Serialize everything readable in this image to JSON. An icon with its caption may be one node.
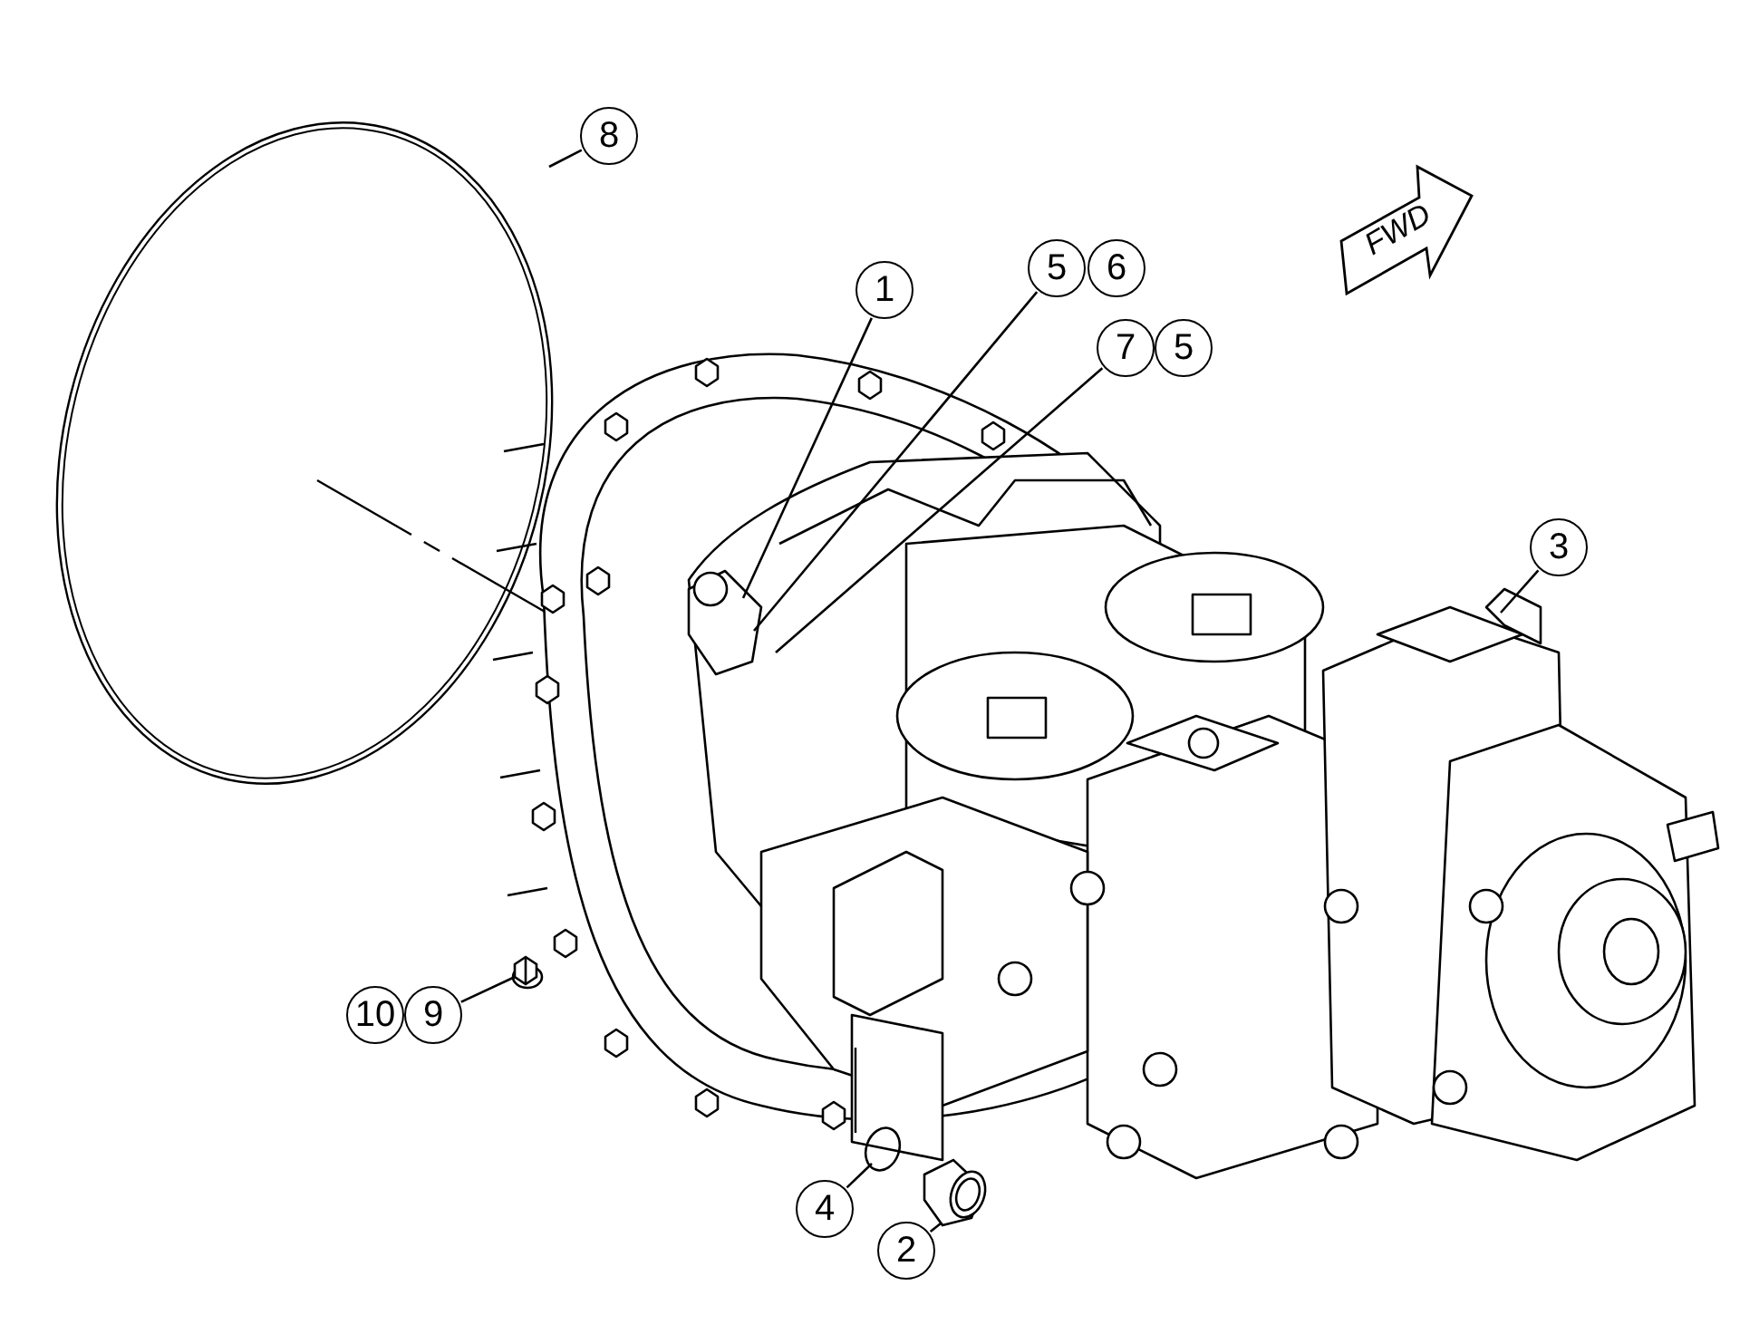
{
  "diagram": {
    "nodes": [
      {
        "text": [
          "8"
        ]
      },
      {
        "text": [
          "1"
        ]
      },
      {
        "text": [
          "5"
        ]
      },
      {
        "text": [
          "6"
        ]
      },
      {
        "text": [
          "7"
        ]
      },
      {
        "text": [
          "5"
        ]
      },
      {
        "text": [
          "3"
        ]
      },
      {
        "text": [
          "10"
        ]
      },
      {
        "text": [
          "9"
        ]
      },
      {
        "text": [
          "4"
        ]
      },
      {
        "text": [
          "2"
        ]
      },
      {
        "text": [],
        "shape": "box"
      },
      {
        "text": [],
        "shape": "circle"
      },
      {
        "text": [],
        "shape": "picture"
      }
    ],
    "edges": [
      {
        "from": 0,
        "to": null,
        "arrow": "none"
      },
      {
        "from": 1,
        "to": null,
        "arrow": "none"
      },
      {
        "from": 2,
        "to": null,
        "arrow": "none"
      },
      {
        "from": 4,
        "to": null,
        "arrow": "none"
      },
      {
        "from": 6,
        "to": null,
        "arrow": "none"
      },
      {
        "from": 8,
        "to": 11,
        "arrow": "none"
      },
      {
        "from": 9,
        "to": 12,
        "arrow": "none"
      },
      {
        "from": 10,
        "to": 13,
        "arrow": "none"
      }
    ],
    "labels": [
      "FWD"
    ]
  }
}
